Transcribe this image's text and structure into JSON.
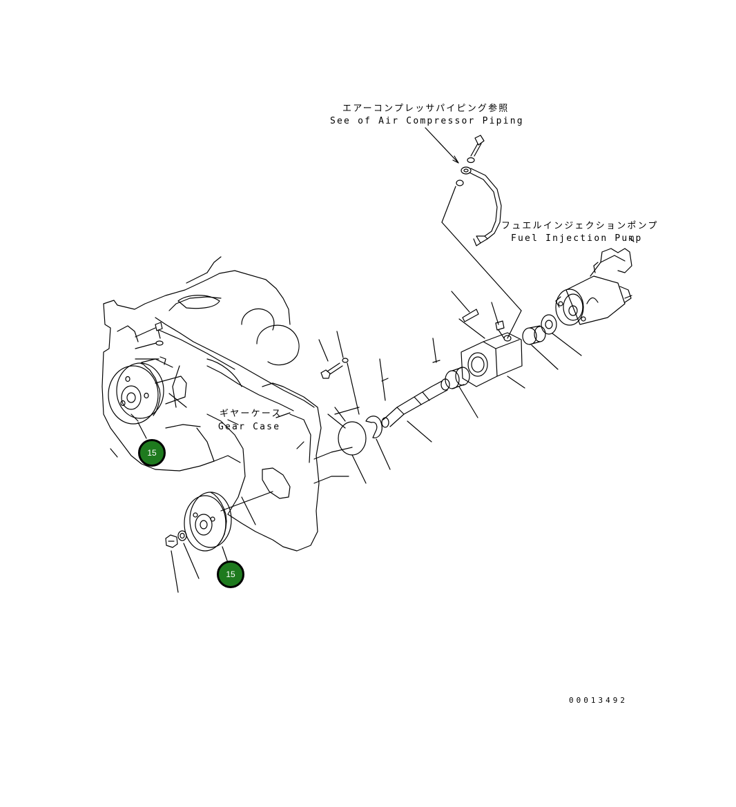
{
  "labels": {
    "air_compressor_jp": "エアーコンプレッサパイピング参照",
    "air_compressor_en": "See of Air Compressor Piping",
    "fuel_pump_jp": "フュエルインジェクションポンプ",
    "fuel_pump_en": "Fuel Injection Pump",
    "gear_case_jp": "ギヤーケース",
    "gear_case_en": "Gear Case"
  },
  "callouts": [
    {
      "number": "15"
    },
    {
      "number": "15"
    }
  ],
  "drawing_number": "00013492"
}
